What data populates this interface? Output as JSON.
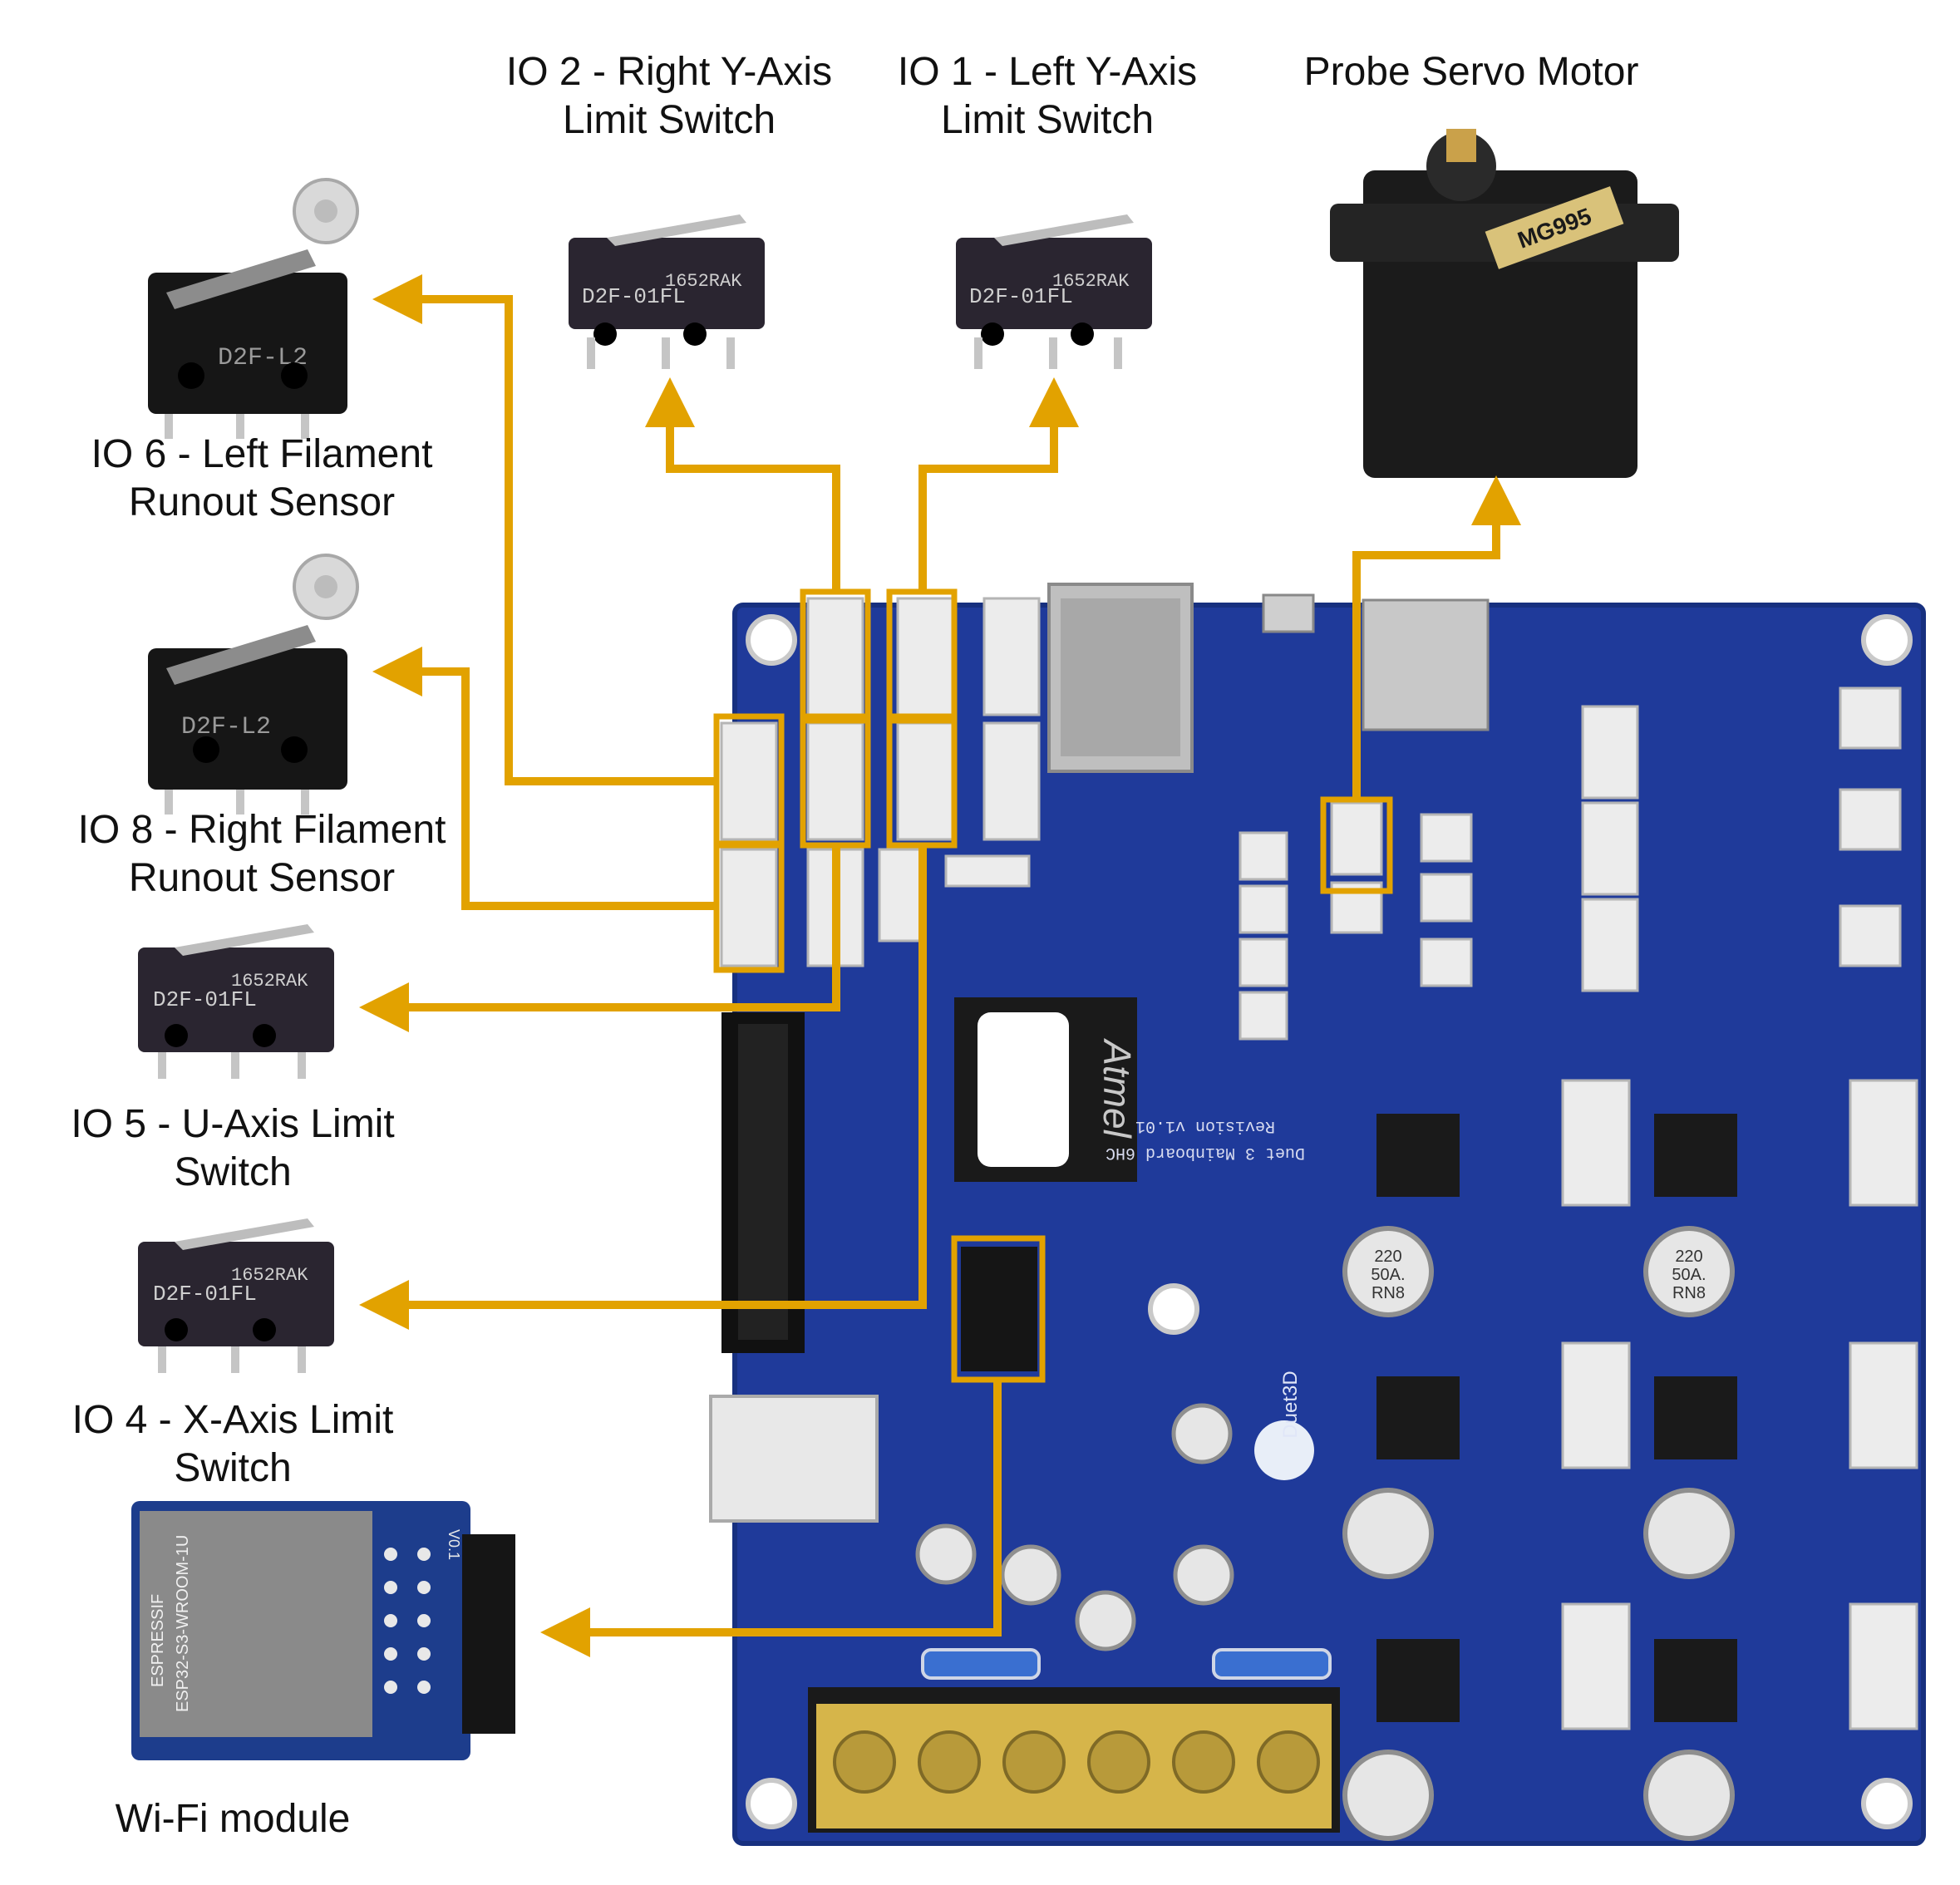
{
  "labels": {
    "io2": [
      "IO 2 - Right Y-Axis",
      "Limit Switch"
    ],
    "io1": [
      "IO 1 - Left Y-Axis",
      "Limit Switch"
    ],
    "servo": [
      "Probe Servo Motor"
    ],
    "io6": [
      "IO 6 - Left Filament",
      "Runout Sensor"
    ],
    "io8": [
      "IO 8 - Right Filament",
      "Runout Sensor"
    ],
    "io5": [
      "IO 5 - U-Axis Limit",
      "Switch"
    ],
    "io4": [
      "IO 4 - X-Axis Limit",
      "Switch"
    ],
    "wifi": [
      "Wi-Fi module"
    ]
  },
  "switch_text": {
    "roller": "D2F-L2",
    "plain": "D2F-01FL",
    "date": "1652RAK"
  },
  "servo_text": "MG995",
  "wifi_text": {
    "brand": "ESPRESSIF",
    "model": "ESP32-S3-WROOM-1U",
    "version": "V0.1"
  },
  "board_text": {
    "chip": "Atmel",
    "name": "Duet3D",
    "revision": "Revision v1.01",
    "model": "Duet 3 Mainboard 6HC",
    "cap": [
      "220",
      "50A.",
      "RN8"
    ]
  },
  "colors": {
    "wire": "#e2a200",
    "board": "#1f3a9a",
    "switch_body": "#2a2530",
    "roller_body": "#161616",
    "servo": "#1b1b1b",
    "pcb_module": "#1d3d8c"
  }
}
